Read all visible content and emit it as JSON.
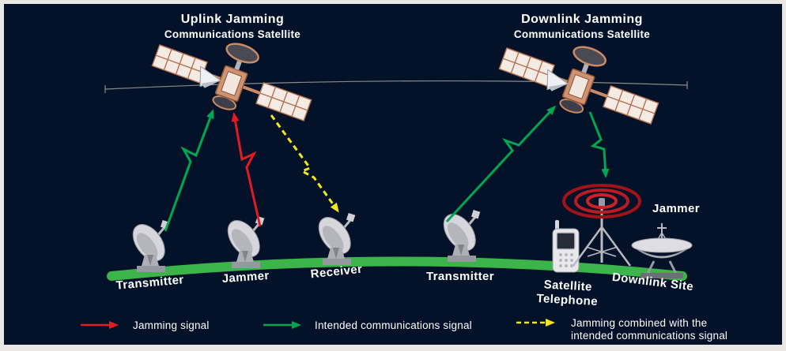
{
  "diagram": {
    "uplink": {
      "title": "Uplink Jamming",
      "subtitle": "Communications Satellite"
    },
    "downlink": {
      "title": "Downlink Jamming",
      "subtitle": "Communications Satellite"
    },
    "ground_labels": {
      "transmitter_left": "Transmitter",
      "jammer_left": "Jammer",
      "receiver": "Receiver",
      "transmitter_right": "Transmitter",
      "sat_phone_line1": "Satellite",
      "sat_phone_line2": "Telephone",
      "jammer_right": "Jammer",
      "downlink_site": "Downlink Site"
    },
    "legend": {
      "jamming": "Jamming signal",
      "intended": "Intended communications signal",
      "combined_line1": "Jamming combined with the",
      "combined_line2": "intended communications signal"
    },
    "colors": {
      "background": "#031228",
      "frame": "#e9e7e4",
      "jamming_red": "#e11b23",
      "signal_green": "#00a651",
      "combined_yellow": "#f2e818",
      "ground_green": "#3bb54a",
      "orbit_gray": "#8a8a8a"
    }
  }
}
